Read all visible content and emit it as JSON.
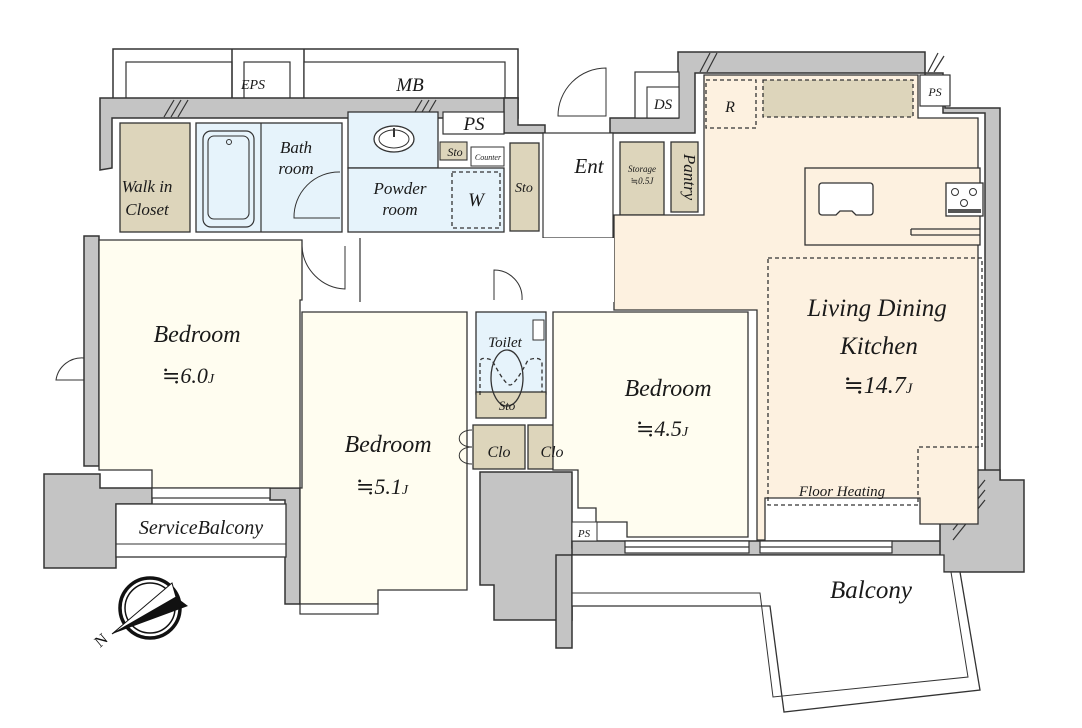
{
  "title": "Floor plan",
  "colors": {
    "wall": "#c4c4c4",
    "bedroom_floor": "#fffdf0",
    "ldk_floor": "#fdf1e0",
    "wet_area": "#e6f3fb",
    "storage": "#ddd5bb",
    "outline": "#333333"
  },
  "rooms": {
    "walk_in_closet": {
      "line1": "Walk in",
      "line2": "Closet"
    },
    "bathroom": {
      "line1": "Bath",
      "line2": "room"
    },
    "powder_room": {
      "line1": "Powder",
      "line2": "room",
      "washer": "W"
    },
    "ps_top": "PS",
    "sto_small": "Sto",
    "counter": "Counter",
    "sto_entry": "Sto",
    "entrance": "Ent",
    "storage": {
      "label": "Storage",
      "size": "≒0.5J"
    },
    "pantry": "Pantry",
    "ds": "DS",
    "refrigerator": "R",
    "ps_kitchen": "PS",
    "eps": "EPS",
    "mb": "MB",
    "bedroom_1": {
      "label": "Bedroom",
      "size": "≒6.0",
      "unit": "J"
    },
    "bedroom_2": {
      "label": "Bedroom",
      "size": "≒5.1",
      "unit": "J"
    },
    "bedroom_3": {
      "label": "Bedroom",
      "size": "≒4.5",
      "unit": "J"
    },
    "toilet": {
      "label": "Toilet",
      "sto": "Sto"
    },
    "closet_left": "Clo",
    "closet_right": "Clo",
    "ps_bottom": "PS",
    "ldk": {
      "line1": "Living Dining",
      "line2": "Kitchen",
      "size": "≒14.7",
      "unit": "J",
      "floor_heating": "Floor Heating"
    },
    "service_balcony": "ServiceBalcony",
    "balcony": "Balcony"
  },
  "compass": {
    "north_label": "N"
  }
}
